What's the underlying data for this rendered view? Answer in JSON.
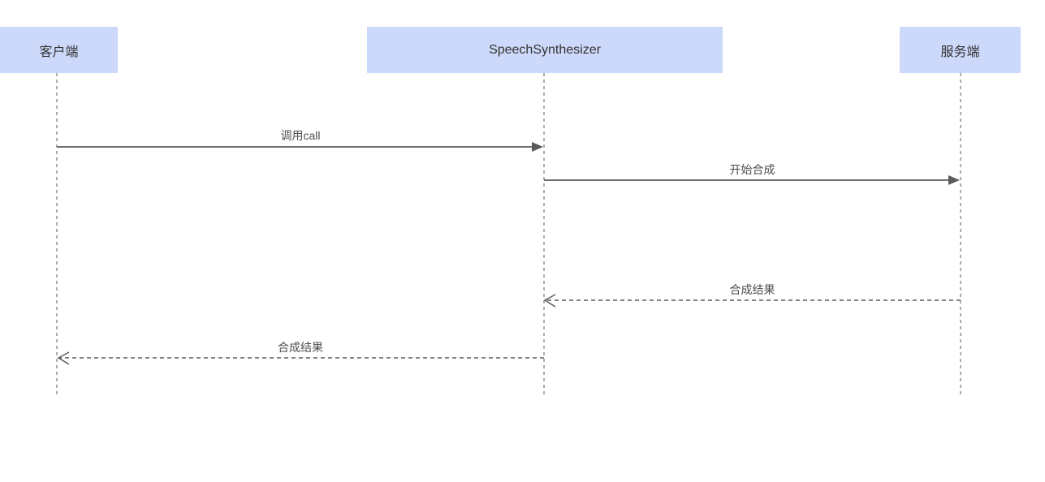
{
  "diagram": {
    "type": "sequence",
    "participants": [
      {
        "id": "client",
        "label": "客户端"
      },
      {
        "id": "synthesizer",
        "label": "SpeechSynthesizer"
      },
      {
        "id": "server",
        "label": "服务端"
      }
    ],
    "messages": [
      {
        "from": "客户端",
        "to": "SpeechSynthesizer",
        "label": "调用call",
        "line": "solid",
        "arrowhead": "filled"
      },
      {
        "from": "SpeechSynthesizer",
        "to": "服务端",
        "label": "开始合成",
        "line": "solid",
        "arrowhead": "filled"
      },
      {
        "from": "服务端",
        "to": "SpeechSynthesizer",
        "label": "合成结果",
        "line": "dashed",
        "arrowhead": "open"
      },
      {
        "from": "SpeechSynthesizer",
        "to": "客户端",
        "label": "合成结果",
        "line": "dashed",
        "arrowhead": "open"
      }
    ],
    "colors": {
      "participant_fill": "#cdd9fa",
      "participant_text": "#333333",
      "message_line": "#5b5b5b",
      "message_text": "#4d4d4d",
      "lifeline": "#8a8a8a",
      "background": "#ffffff"
    }
  }
}
